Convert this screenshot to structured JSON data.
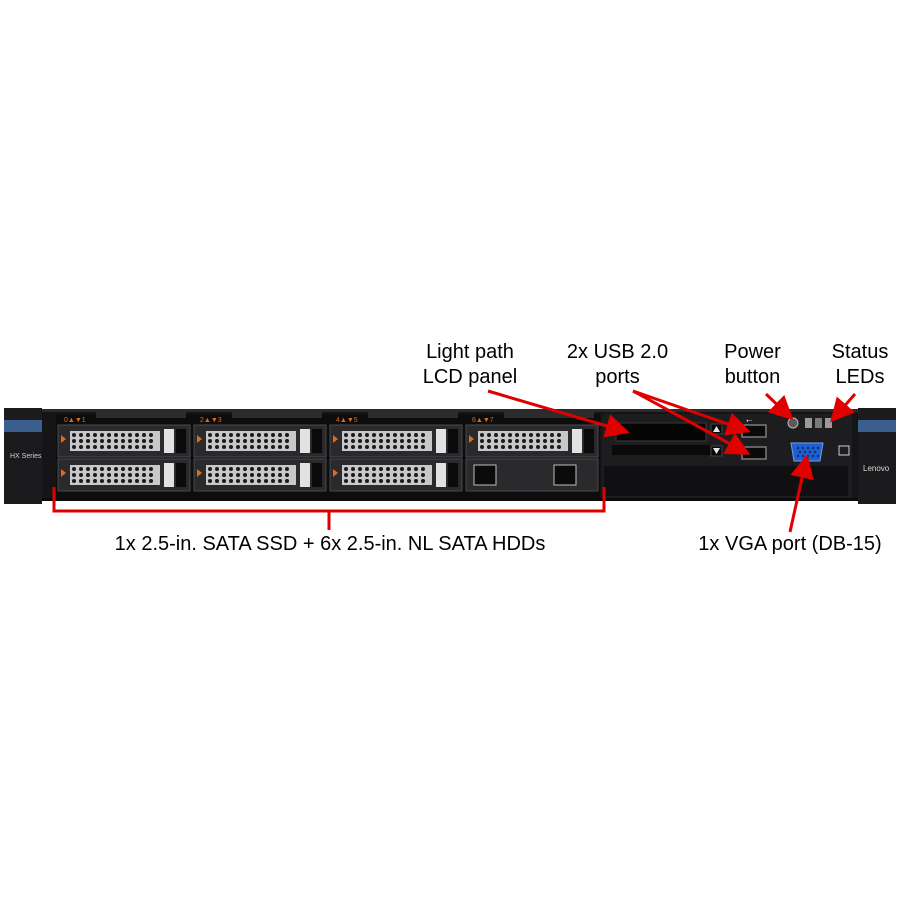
{
  "callouts": {
    "lcd_panel": {
      "line1": "Light path",
      "line2": "LCD panel"
    },
    "usb_ports": {
      "line1": "2x USB 2.0",
      "line2": "ports"
    },
    "power_button": {
      "line1": "Power",
      "line2": "button"
    },
    "status_leds": {
      "line1": "Status",
      "line2": "LEDs"
    },
    "drives": "1x 2.5-in. SATA SSD + 6x 2.5-in. NL SATA HDDs",
    "vga_port": "1x VGA port (DB-15)"
  },
  "server": {
    "series_label": "HX Series",
    "brand": "Lenovo",
    "bay_labels": [
      "0▲▼1",
      "2▲▼3",
      "4▲▼5",
      "6▲▼7"
    ]
  },
  "colors": {
    "annotation": "#e00000",
    "chassis": "#1a1a1c",
    "ear_accent": "#3a5f8f",
    "bay_release": "#e06a1c",
    "vga_port": "#1f5fd0"
  }
}
